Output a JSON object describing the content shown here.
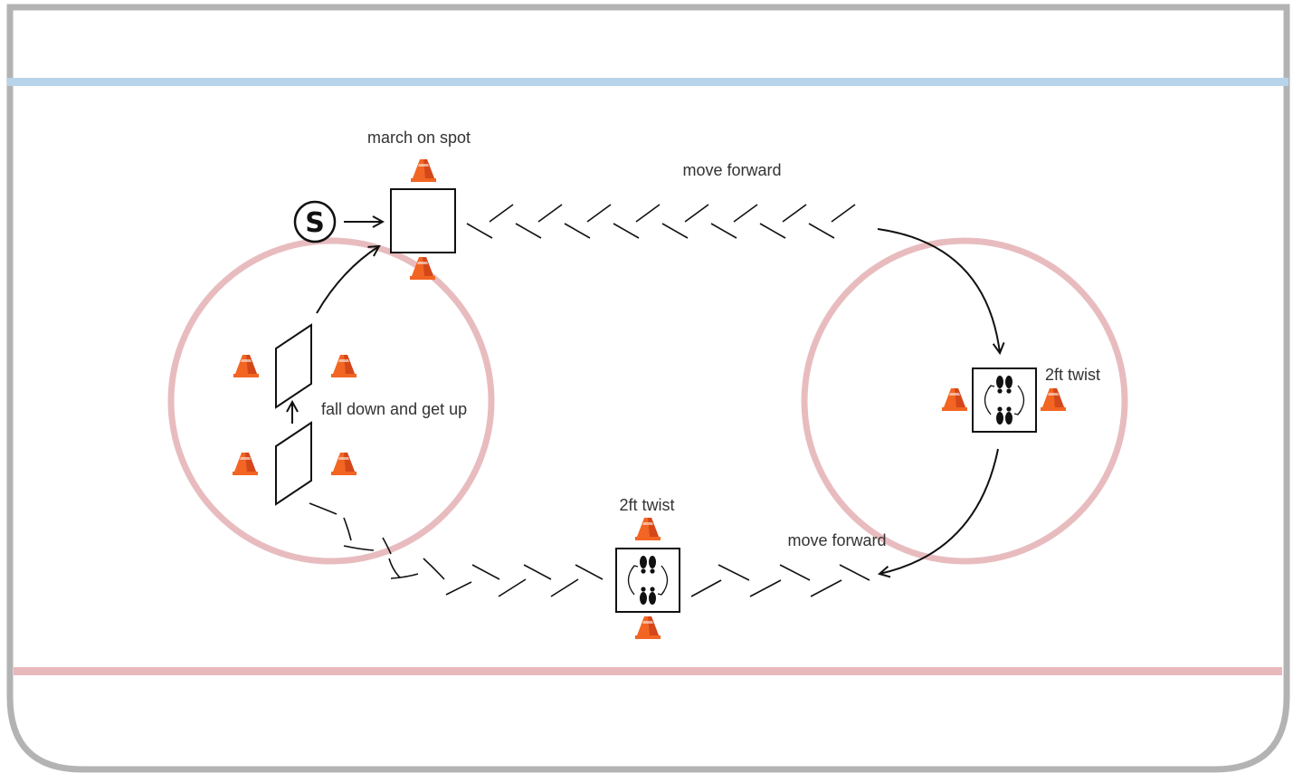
{
  "colors": {
    "boards": "#b3b3b3",
    "blue_line": "#b8d4ea",
    "red_line": "#e8b9bc",
    "faceoff_circle": "#e8bcbf",
    "cone": "#f26522",
    "cone_dark": "#d4471a",
    "ink": "#111111"
  },
  "labels": {
    "march_on_spot": "march on spot",
    "move_forward_top": "move forward",
    "two_ft_twist_right": "2ft twist",
    "fall_down_get_up": "fall down and get up",
    "two_ft_twist_bottom": "2ft twist",
    "move_forward_bottom": "move forward"
  },
  "start_marker": {
    "letter": "S"
  },
  "stations": [
    {
      "name": "march-on-spot-station",
      "kind": "box"
    },
    {
      "name": "two-ft-twist-station-right",
      "kind": "twist"
    },
    {
      "name": "two-ft-twist-station-bottom",
      "kind": "twist"
    },
    {
      "name": "fall-mat-upper",
      "kind": "mat"
    },
    {
      "name": "fall-mat-lower",
      "kind": "mat"
    }
  ],
  "icons": {
    "cone": "traffic-cone-icon",
    "footprints": "footprints-icon",
    "start": "start-marker-icon"
  }
}
